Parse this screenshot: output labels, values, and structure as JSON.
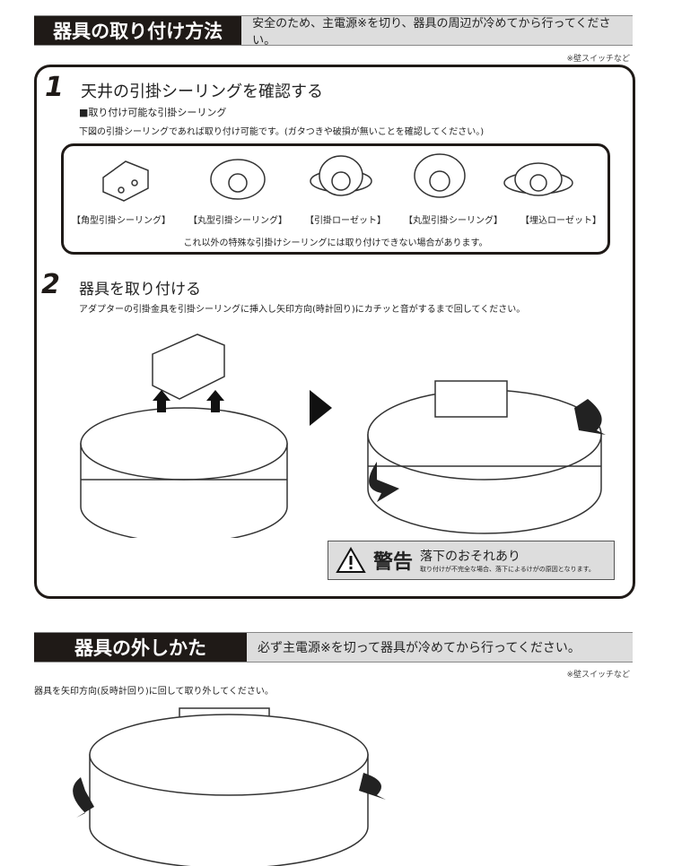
{
  "section1": {
    "title": "器具の取り付け方法",
    "subtitle": "安全のため、主電源※を切り、器具の周辺が冷めてから行ってください。",
    "note": "※壁スイッチなど"
  },
  "step1": {
    "number": "1",
    "title": "天井の引掛シーリングを確認する",
    "subheading": "■取り付け可能な引掛シーリング",
    "description": "下図の引掛シーリングであれば取り付け可能です。(ガタつきや破損が無いことを確認してください。)",
    "types": [
      "【角型引掛シーリング】",
      "【丸型引掛シーリング】",
      "【引掛ローゼット】",
      "【丸型引掛シーリング】",
      "【埋込ローゼット】"
    ],
    "caution": "これ以外の特殊な引掛けシーリングには取り付けできない場合があります。"
  },
  "step2": {
    "number": "2",
    "title": "器具を取り付ける",
    "description": "アダプターの引掛金具を引掛シーリングに挿入し矢印方向(時計回り)にカチッと音がするまで回してください。"
  },
  "warning": {
    "label": "警告",
    "title": "落下のおそれあり",
    "text": "取り付けが不完全な場合、落下によるけがの原因となります。"
  },
  "section2": {
    "title": "器具の外しかた",
    "subtitle": "必ず主電源※を切って器具が冷めてから行ってください。",
    "note": "※壁スイッチなど",
    "description": "器具を矢印方向(反時計回り)に回して取り外してください。"
  }
}
